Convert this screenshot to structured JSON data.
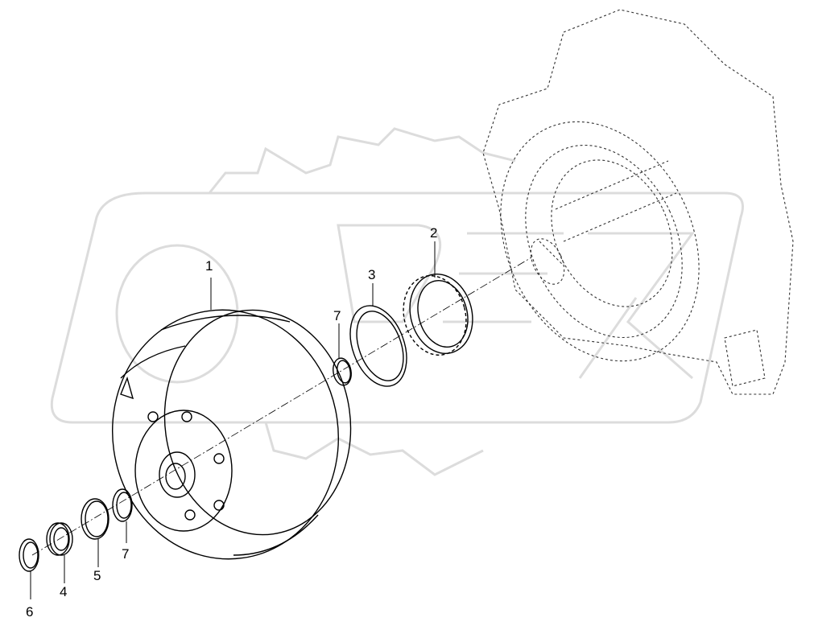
{
  "watermark": {
    "text": "OREX",
    "color": "#e6e6e6"
  },
  "callouts": [
    {
      "id": "1",
      "label": "1"
    },
    {
      "id": "2",
      "label": "2"
    },
    {
      "id": "3",
      "label": "3"
    },
    {
      "id": "7a",
      "label": "7"
    },
    {
      "id": "7b",
      "label": "7"
    },
    {
      "id": "5",
      "label": "5"
    },
    {
      "id": "4",
      "label": "4"
    },
    {
      "id": "6",
      "label": "6"
    }
  ]
}
